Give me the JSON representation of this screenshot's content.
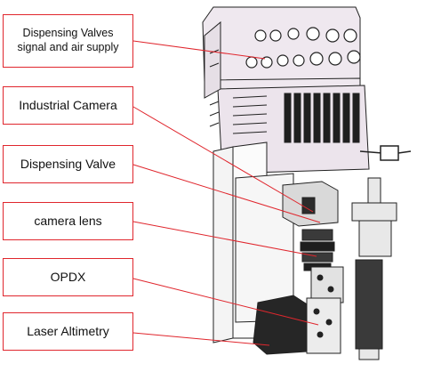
{
  "labels": {
    "valves_signal_line1": "Dispensing Valves",
    "valves_signal_line2": "signal and air supply",
    "industrial_camera": "Industrial Camera",
    "dispensing_valve": "Dispensing Valve",
    "camera_lens": "camera lens",
    "opdx": "OPDX",
    "laser_altimetry": "Laser Altimetry"
  },
  "colors": {
    "callout_border": "#e0262d",
    "leader_line": "#e0262d",
    "housing_fill": "#efe8ef",
    "line_art": "#222222",
    "dark_part": "#2b2b2b"
  },
  "icons": [
    "connector-icon"
  ]
}
